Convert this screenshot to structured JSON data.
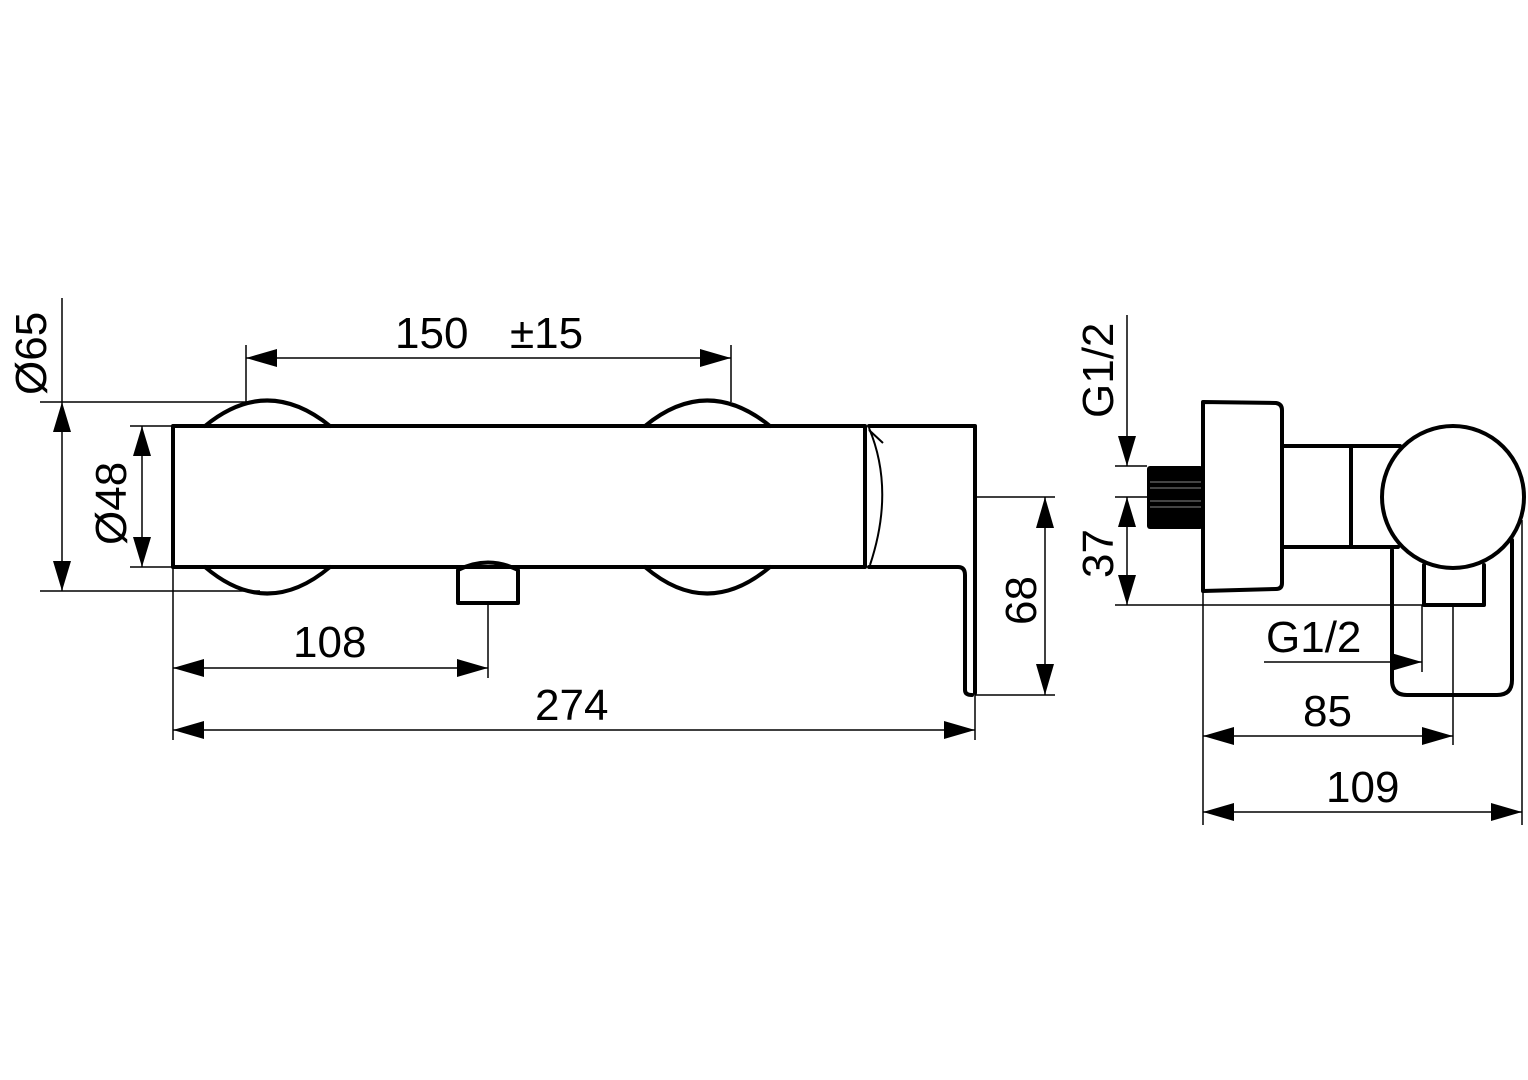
{
  "drawing": {
    "subject": "Exposed shower mixer — front view and side view",
    "line_color": "#000000",
    "background": "#ffffff"
  },
  "front_view": {
    "dimensions": {
      "flange_diameter": "Ø65",
      "body_diameter": "Ø48",
      "connection_spacing": "150",
      "spacing_tolerance": "±15",
      "outlet_offset": "108",
      "overall_length": "274",
      "handle_drop": "68"
    }
  },
  "side_view": {
    "dimensions": {
      "inlet_thread": "G1/2",
      "inlet_height": "37",
      "outlet_thread": "G1/2",
      "outlet_depth": "85",
      "overall_depth": "109"
    }
  }
}
